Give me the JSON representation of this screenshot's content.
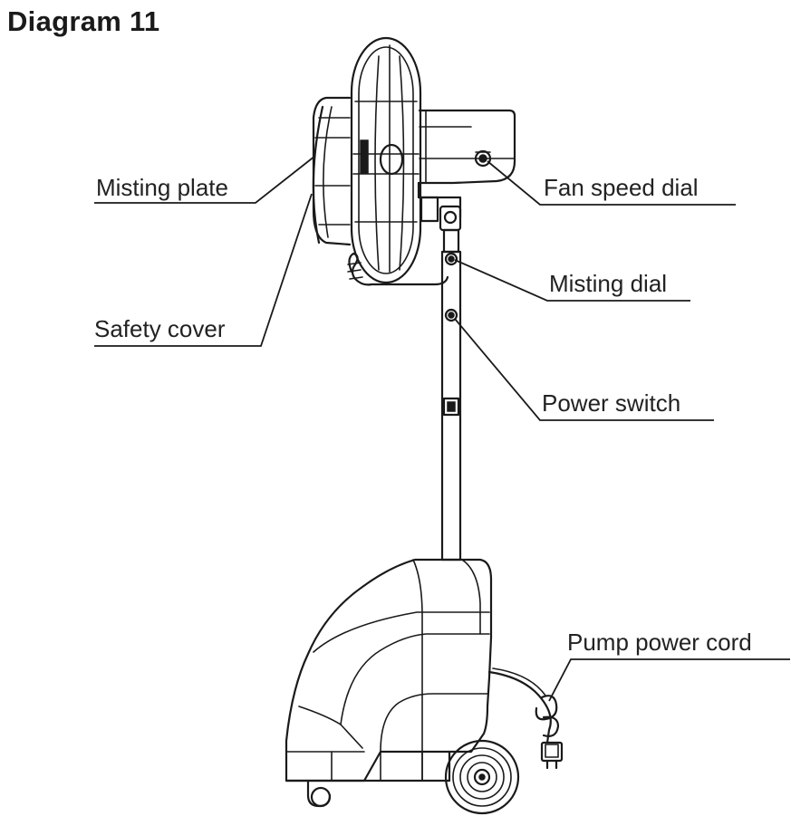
{
  "title": "Diagram 11",
  "labels": {
    "misting_plate": "Misting plate",
    "safety_cover": "Safety cover",
    "fan_speed_dial": "Fan speed dial",
    "misting_dial": "Misting dial",
    "power_switch": "Power switch",
    "pump_power_cord": "Pump power cord"
  },
  "colors": {
    "line": "#1a1a1a",
    "background": "#ffffff"
  }
}
